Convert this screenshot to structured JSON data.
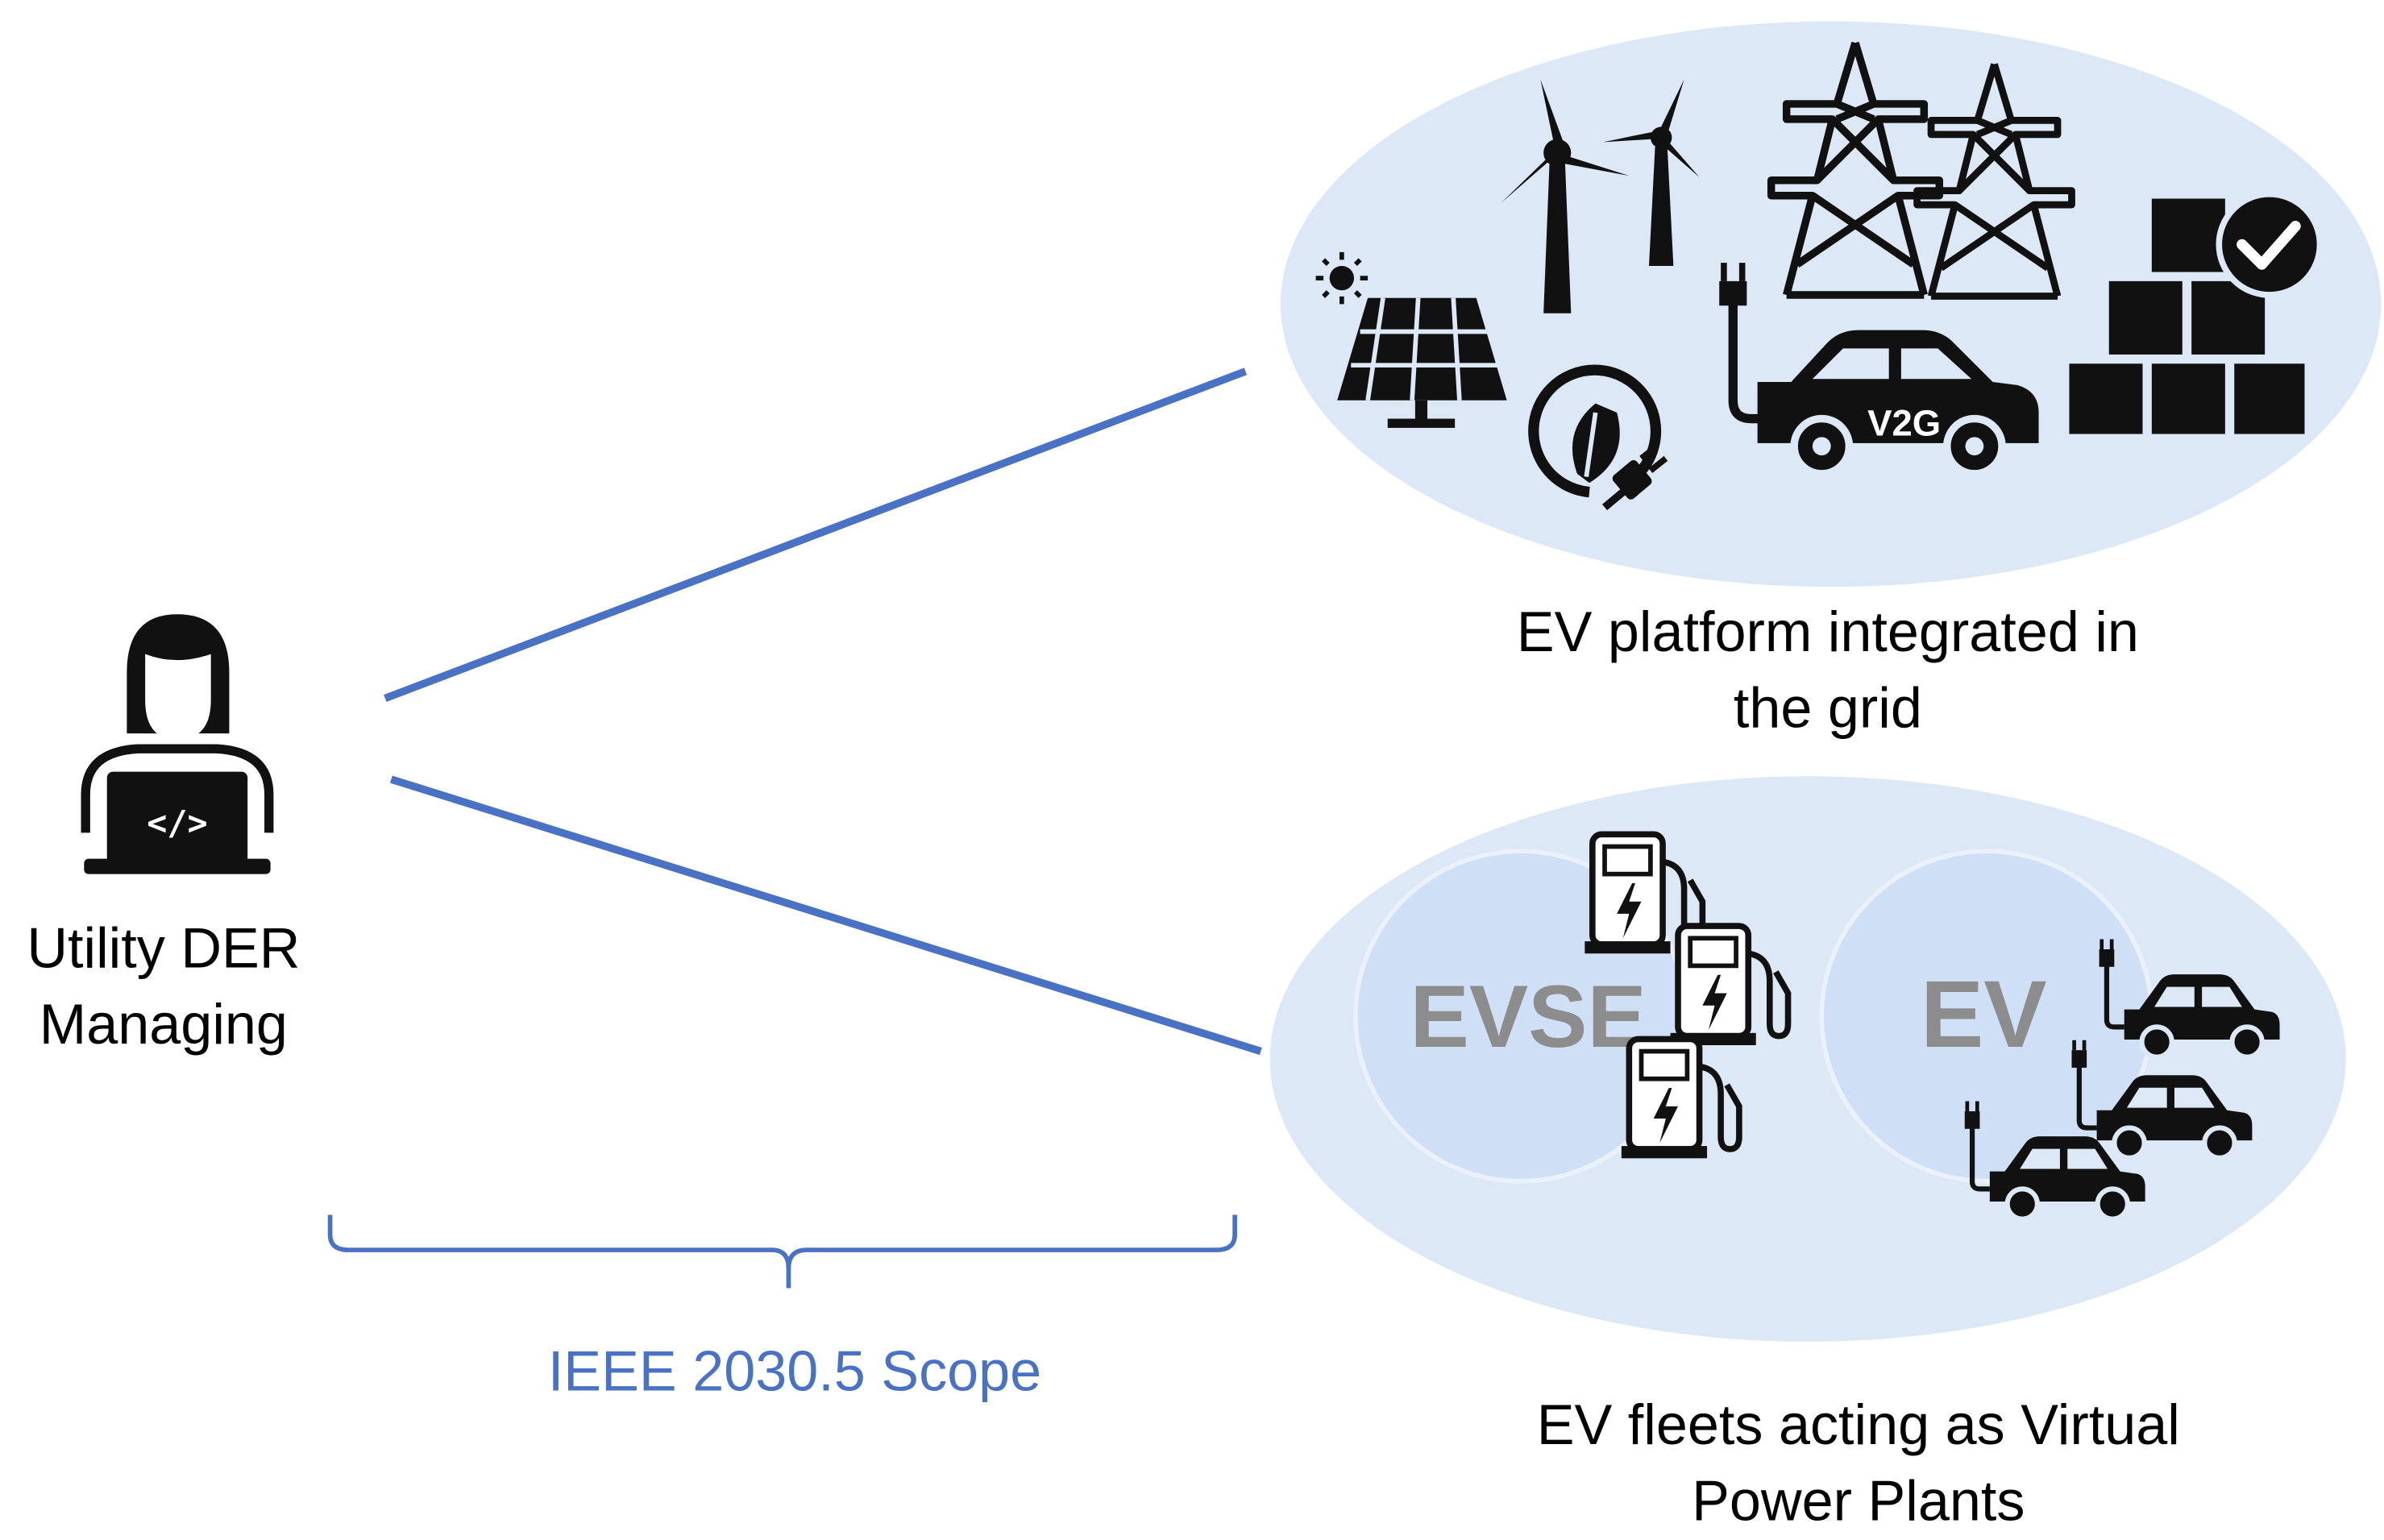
{
  "actor": {
    "label_line1": "Utility DER",
    "label_line2": "Managing",
    "icon": "developer-laptop-icon"
  },
  "grid_cluster": {
    "label_line1": "EV platform integrated in",
    "label_line2": "the grid",
    "car_badge": "V2G",
    "icons": [
      "solar-panel-icon",
      "wind-turbine-icon",
      "transmission-tower-icon",
      "green-energy-plug-icon",
      "v2g-car-icon",
      "storage-boxes-icon"
    ]
  },
  "fleet_cluster": {
    "label_line1": "EV fleets acting as Virtual",
    "label_line2": "Power Plants",
    "evse_label": "EVSE",
    "ev_label": "EV",
    "icons": [
      "charging-station-icon",
      "electric-car-icon"
    ]
  },
  "scope": {
    "label": "IEEE 2030.5 Scope"
  },
  "colors": {
    "connector": "#4a72c4",
    "cluster_fill": "#dce8f5",
    "inner_circle": "#cfe0f6",
    "ghost_text": "#8c8c8c"
  }
}
